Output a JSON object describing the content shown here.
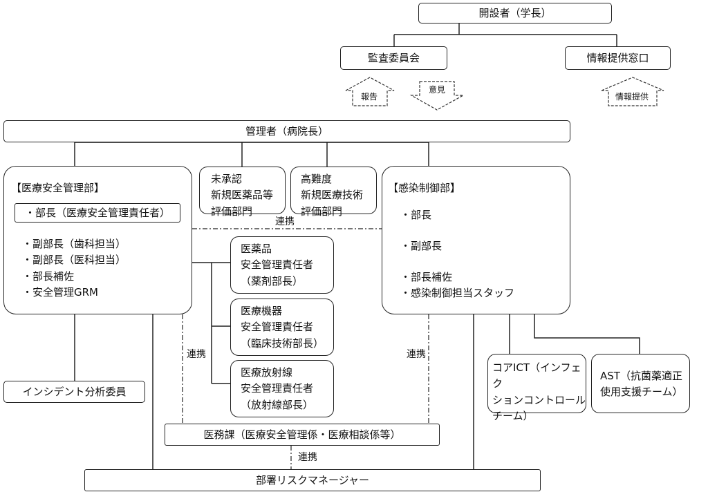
{
  "top": {
    "founder": "開設者（学長）",
    "audit": "監査委員会",
    "info_window": "情報提供窓口",
    "report_arrow": "報告",
    "opinion_arrow": "意見",
    "info_arrow": "情報提供"
  },
  "admin": "管理者（病院長）",
  "safety_dept": {
    "title": "【医療安全管理部】",
    "head": "・部長（医療安全管理責任者）",
    "members": "・副部長（歯科担当）\n・副部長（医科担当）\n・部長補佐\n・安全管理GRM"
  },
  "eval_units": {
    "unapproved": "未承認\n新規医薬品等\n評価部門",
    "advanced": "高難度\n新規医療技術\n評価部門"
  },
  "infection_dept": {
    "title": "【感染制御部】",
    "head": "・部長",
    "vice": "・副部長",
    "assistant": "・部長補佐\n・感染制御担当スタッフ"
  },
  "officers": {
    "drug": "医薬品\n安全管理責任者\n（薬剤部長）",
    "device": "医療機器\n安全管理責任者\n（臨床技術部長）",
    "radiation": "医療放射線\n安全管理責任者\n（放射線部長）"
  },
  "incident": "インシデント分析委員",
  "ict": "コアICT（インフェク\nションコントロール\nチーム）",
  "ast": "AST（抗菌薬適正\n使用支援チーム）",
  "medical_affairs": "医務課（医療安全管理係・医療相談係等）",
  "risk_managers": "部署リスクマネージャー",
  "links": {
    "top": "連携",
    "left": "連携",
    "right": "連携",
    "bottom": "連携"
  }
}
